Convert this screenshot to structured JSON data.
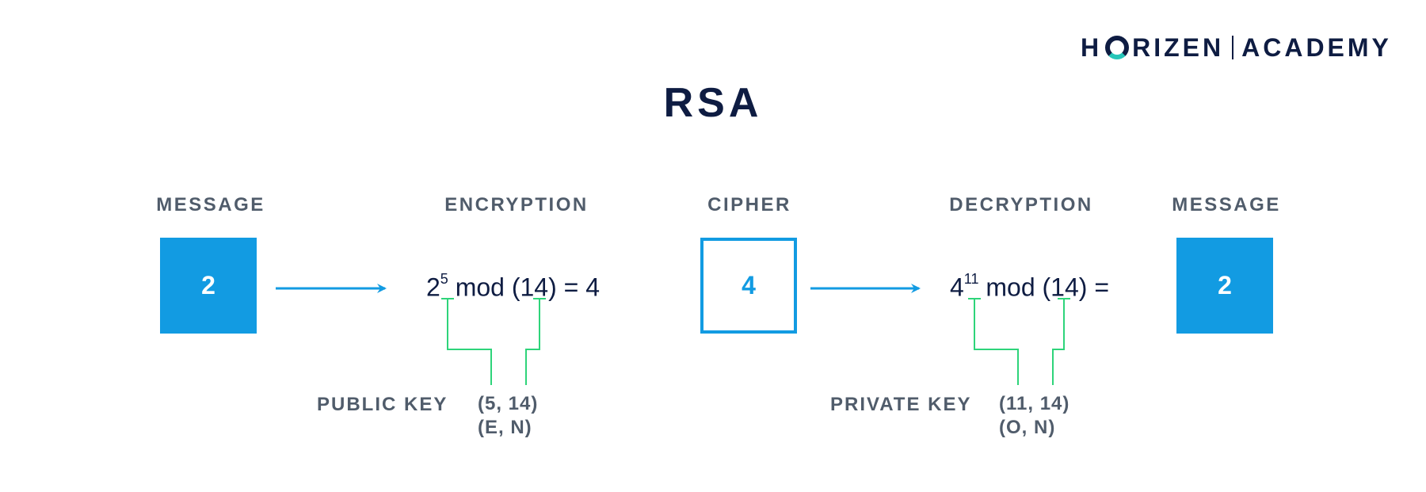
{
  "brand": {
    "logo_left": "H",
    "logo_right": "RIZEN",
    "logo_academy": "ACADEMY"
  },
  "title": "RSA",
  "columns": {
    "message_in": "MESSAGE",
    "encryption": "ENCRYPTION",
    "cipher": "CIPHER",
    "decryption": "DECRYPTION",
    "message_out": "MESSAGE"
  },
  "boxes": {
    "message_in": "2",
    "cipher": "4",
    "message_out": "2"
  },
  "encryption": {
    "base": "2",
    "exponent": "5",
    "rest": " mod (14) = 4",
    "key_label": "PUBLIC KEY",
    "key_value": "(5, 14)",
    "key_symbols": "(E, N)"
  },
  "decryption": {
    "base": "4",
    "exponent": "11",
    "rest": " mod (14) =",
    "key_label": "PRIVATE KEY",
    "key_value": "(11, 14)",
    "key_symbols": "(O, N)"
  },
  "colors": {
    "accent_blue": "#129be2",
    "bracket_green": "#2ed47a",
    "dark_navy": "#0e1c42",
    "label_gray": "#505c6b"
  }
}
